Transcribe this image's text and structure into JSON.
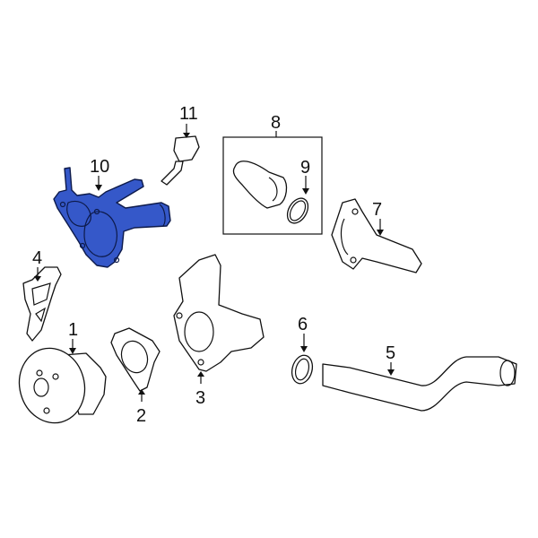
{
  "diagram": {
    "title": "Water pump / thermostat housing exploded parts diagram",
    "highlight_color": "#3558c9",
    "callouts": [
      {
        "number": "1",
        "part": "water-pump"
      },
      {
        "number": "2",
        "part": "pump-gasket"
      },
      {
        "number": "3",
        "part": "pump-housing"
      },
      {
        "number": "4",
        "part": "housing-gasket"
      },
      {
        "number": "5",
        "part": "coolant-pipe"
      },
      {
        "number": "6",
        "part": "pipe-o-ring"
      },
      {
        "number": "7",
        "part": "thermostat-cover"
      },
      {
        "number": "8",
        "part": "thermostat-assembly-box"
      },
      {
        "number": "9",
        "part": "thermostat-seal"
      },
      {
        "number": "10",
        "part": "thermostat-housing-highlighted"
      },
      {
        "number": "11",
        "part": "temperature-sensor"
      }
    ]
  }
}
